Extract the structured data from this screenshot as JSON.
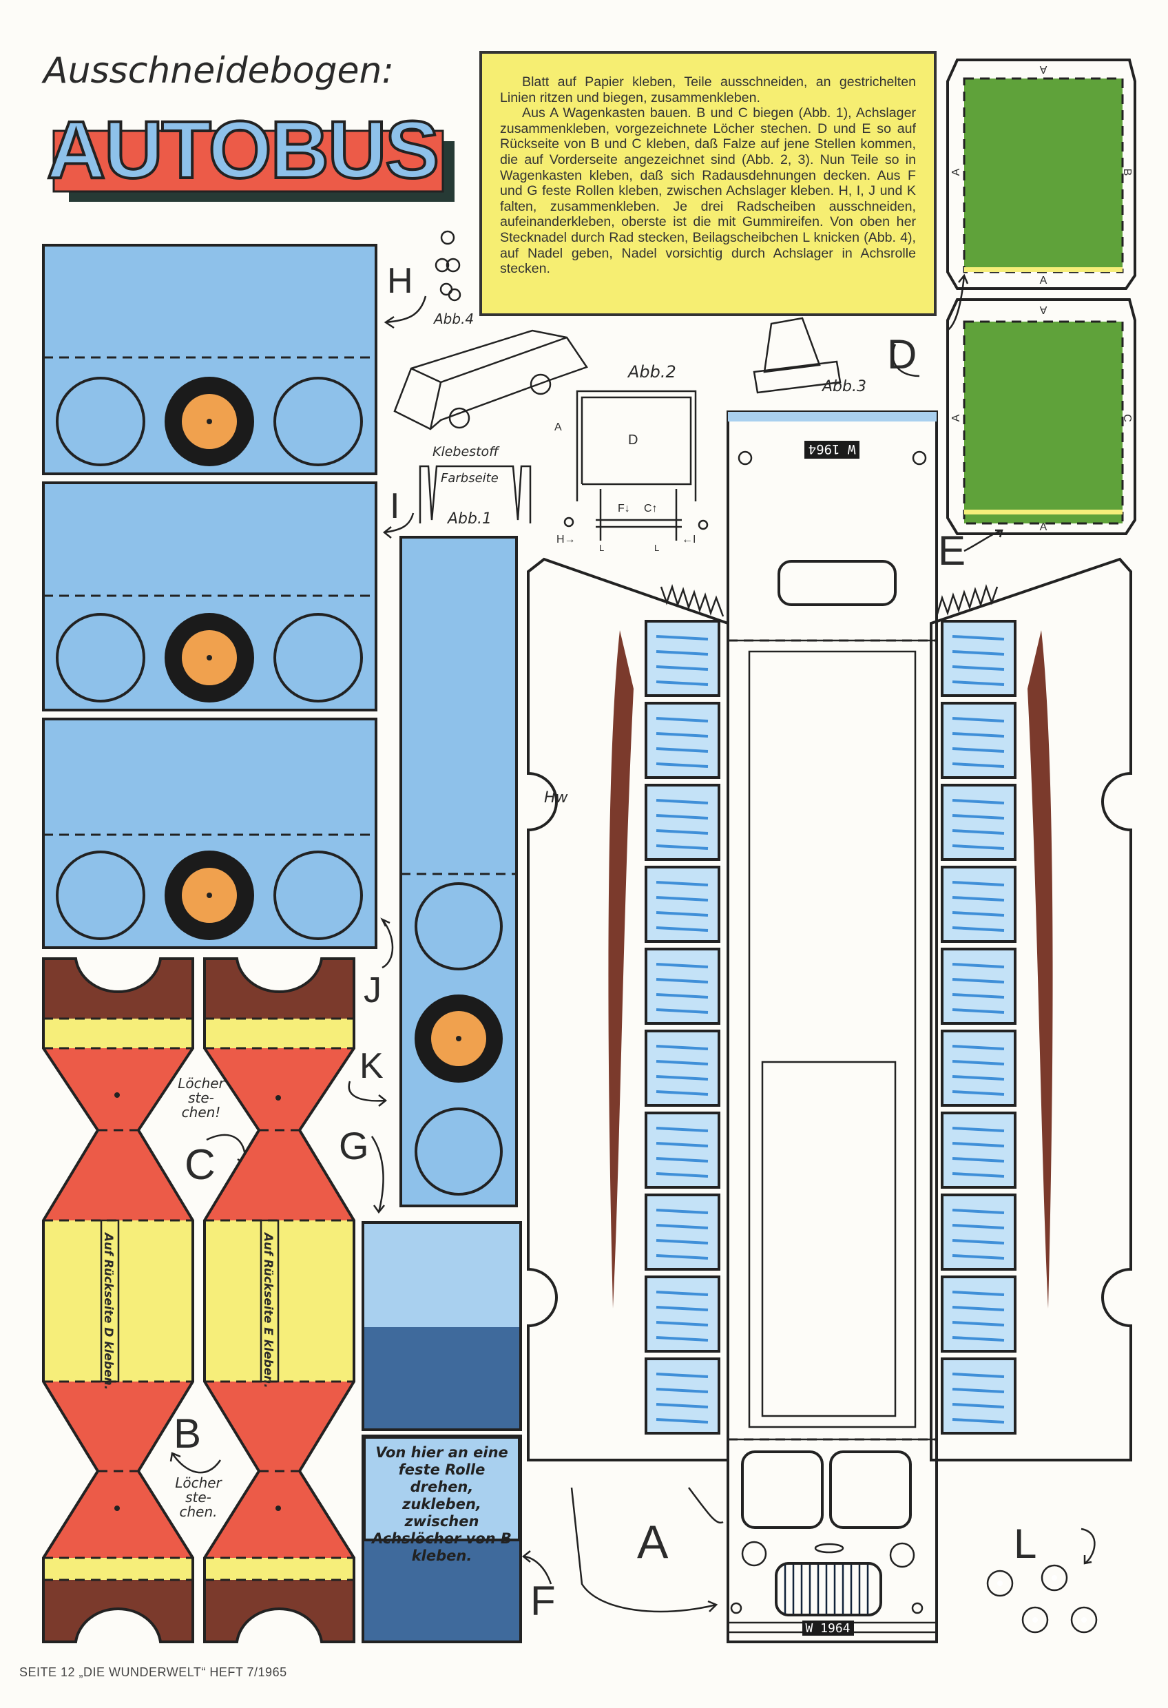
{
  "header": {
    "subtitle": "Ausschneidebogen:",
    "title": "AUTOBUS"
  },
  "instructions": {
    "paragraph_1": "Blatt auf Papier kleben, Teile ausschneiden, an gestrichelten Linien ritzen und biegen, zusammenkleben.",
    "paragraph_2": "Aus A Wagenkasten bauen. B und C biegen (Abb. 1), Achslager zusammenkleben, vorgezeichnete Löcher stechen. D und E so auf Rückseite von B und C kleben, daß Falze auf jene Stellen kommen, die auf Vorderseite angezeichnet sind (Abb. 2, 3). Nun Teile so in Wagenkasten kleben, daß sich Radausdehnungen decken. Aus F und G feste Rollen kleben, zwischen Achslager kleben. H, I, J und K falten, zusammenkleben. Je drei Radscheiben ausschneiden, aufeinanderkleben, oberste ist die mit Gummireifen. Von oben her Stecknadel durch Rad stecken, Beilagscheibchen L knicken (Abb. 4), auf Nadel geben, Nadel vorsichtig durch Achslager in Achsrolle stecken."
  },
  "part_labels": {
    "A": "A",
    "B": "B",
    "C": "C",
    "D": "D",
    "E": "E",
    "F": "F",
    "G": "G",
    "H": "H",
    "I": "I",
    "J": "J",
    "K": "K",
    "L": "L"
  },
  "piece_markings": {
    "b_strip": "Auf Rückseite D kleben.",
    "c_strip": "Auf Rückseite E kleben.",
    "holes_c": [
      "Löcher",
      "ste-",
      "chen!"
    ],
    "holes_b": [
      "Löcher",
      "ste-",
      "chen."
    ],
    "d_edge_labels": [
      "A",
      "B",
      "A",
      "A"
    ],
    "e_edge_labels": [
      "A",
      "C",
      "A",
      "A"
    ],
    "license_plate": "W 1964",
    "signature": "Hw"
  },
  "note_f": "Von hier an eine feste Rolle drehen, zukleben, zwischen Achslöcher von B kleben.",
  "figures": {
    "abb1": "Abb.1",
    "abb2": "Abb.2",
    "abb3": "Abb.3",
    "abb4": "Abb.4",
    "klebestoff": "Klebestoff",
    "farbseite": "Farbseite",
    "abb2_D": "D",
    "abb2_A": "A",
    "abb2_F": "F↓",
    "abb2_C": "C↑",
    "abb2_H": "H→",
    "abb2_I": "←I",
    "abb2_L1": "L",
    "abb2_L2": "L"
  },
  "footer": "SEITE 12  „DIE WUNDERWELT“ HEFT  7/1965",
  "colors": {
    "blue": "#8ec1ea",
    "orange": "#f0a14e",
    "red": "#ec5b48",
    "yellow": "#f6ee7a",
    "green": "#5fa23a",
    "brown": "#7b3a2c",
    "dark_blue": "#3f6a9c"
  }
}
